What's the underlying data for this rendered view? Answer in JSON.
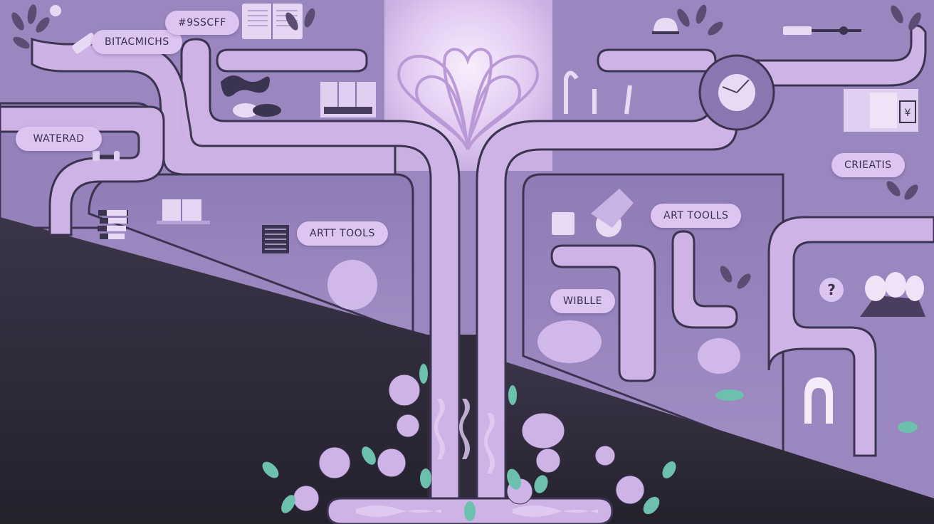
{
  "scene": {
    "title": "Branching tree path illustration",
    "colors": {
      "background": "#9a87bf",
      "path_fill": "#cdb3e6",
      "path_stroke": "#3b3450",
      "label_bg": "#dcc5f0",
      "label_text": "#3a2f4c",
      "dark_ground": "#2d2a38",
      "glow_center": "#f6eafc",
      "leaf_teal": "#6cc0ad"
    }
  },
  "labels": {
    "branches": "BITACMICHS",
    "hex_code": "#9SSCFF",
    "waterad": "WATERAD",
    "art_tools_left": "ARTT TOOLS",
    "art_tools_right": "ART TOOLLS",
    "wiblle": "WIBLLE",
    "crieatis": "CRIEATIS",
    "question": "?"
  },
  "icons": [
    "plant-icon",
    "eraser-icon",
    "open-book-icon",
    "key-icon",
    "seed-icon",
    "bookshelf-icon",
    "dumbbell-icon",
    "stack-of-books-icon",
    "notepad-icon",
    "camera-icon",
    "dome-lamp-icon",
    "scissors-icon",
    "clock-icon",
    "cabinet-icon",
    "microscope-icon",
    "flower-bush-icon",
    "arch-icon",
    "question-mark-icon",
    "heart-flower-icon"
  ]
}
